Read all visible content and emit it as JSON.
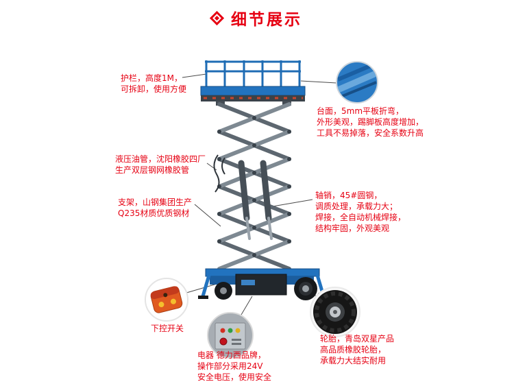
{
  "page": {
    "title": "细节展示",
    "accent_color": "#e60012",
    "title_icon": "diamond-icon"
  },
  "colors": {
    "machine_blue": "#2273bf",
    "scissor_gray": "#7e8992",
    "annotation_red": "#e60012"
  },
  "annotations": [
    {
      "id": "guardrail",
      "text": "护栏，高度1M，\n可拆卸，使用方便"
    },
    {
      "id": "platform",
      "text": "台面，5mm平板折弯，\n外形美观，踢脚板高度增加，\n工具不易掉落，安全系数升高"
    },
    {
      "id": "hydraulic-hose",
      "text": "液压油管，沈阳橡胶四厂\n生产双层钢网橡胶管"
    },
    {
      "id": "frame",
      "text": "支架，山钢集团生产\nQ235材质优质钢材"
    },
    {
      "id": "axle-pin",
      "text": "轴销，45#圆钢，\n调质处理，承载力大；\n焊接，全自动机械焊接，\n结构牢固，外观美观"
    },
    {
      "id": "lower-control",
      "text": "下控开关"
    },
    {
      "id": "electric",
      "text": "电器 德力西品牌，\n操作部分采用24V\n安全电压，使用安全"
    },
    {
      "id": "tire",
      "text": "轮胎，青岛双星产品\n高品质橡胶轮胎，\n承载力大结实耐用"
    }
  ],
  "callouts": [
    {
      "id": "platform-edge-detail-icon"
    },
    {
      "id": "remote-control-icon"
    },
    {
      "id": "electric-panel-icon"
    },
    {
      "id": "tire-wheel-icon"
    }
  ]
}
